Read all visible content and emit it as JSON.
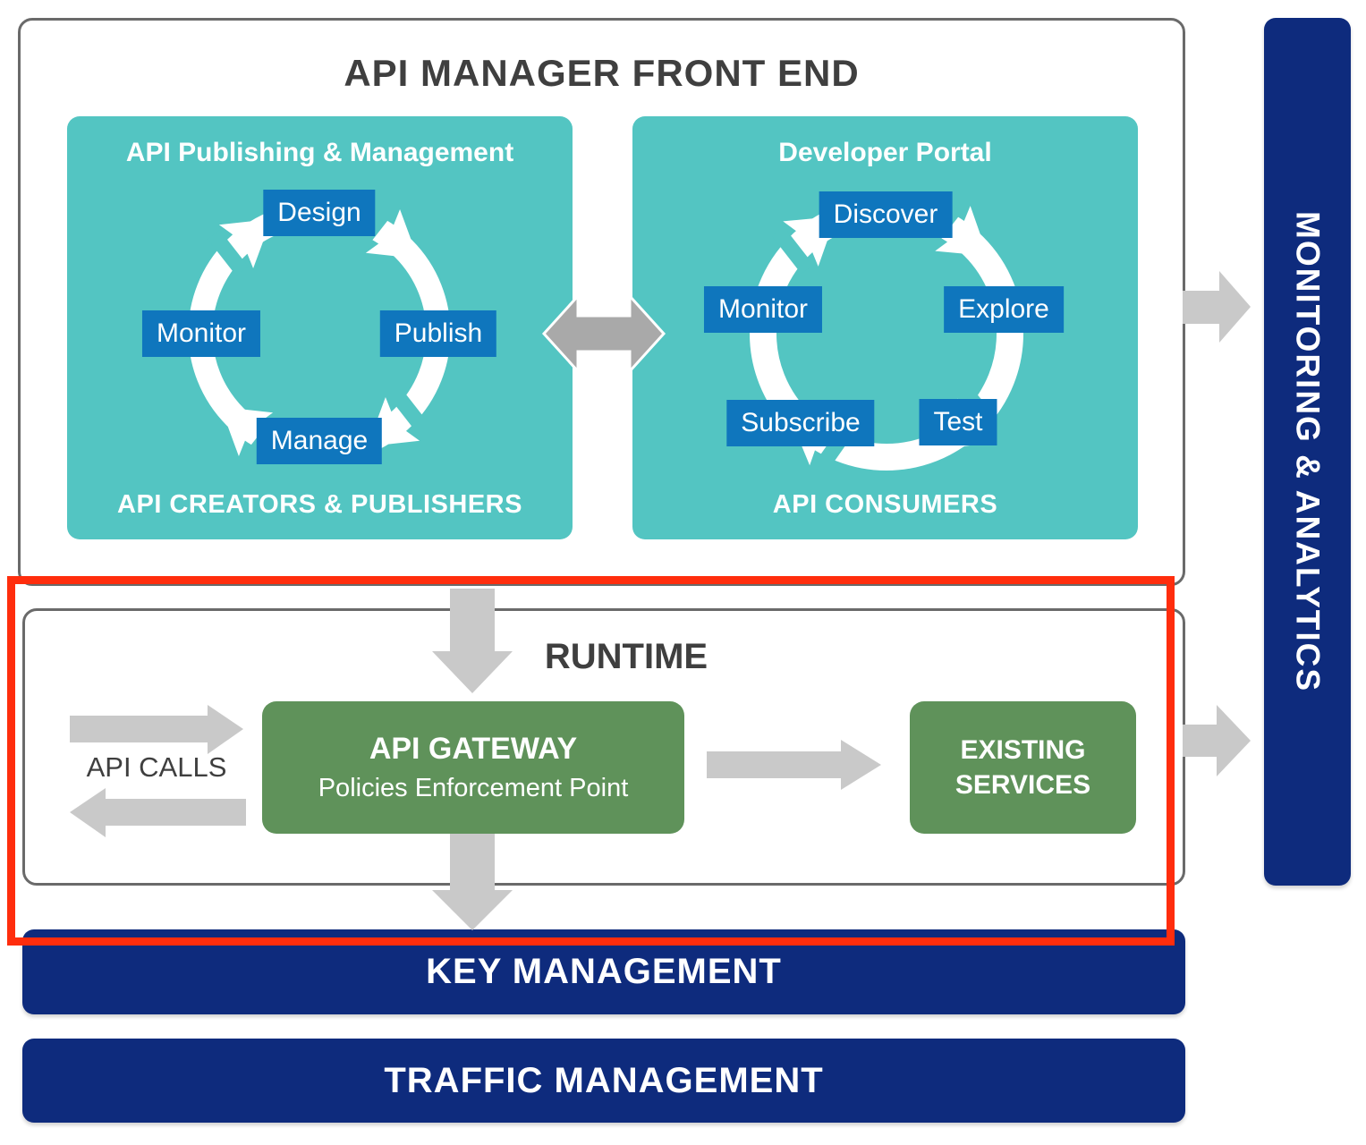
{
  "front_end": {
    "title": "API MANAGER FRONT END",
    "publishing_panel": {
      "title": "API Publishing & Management",
      "steps": [
        "Design",
        "Publish",
        "Manage",
        "Monitor"
      ],
      "footer": "API CREATORS & PUBLISHERS"
    },
    "portal_panel": {
      "title": "Developer Portal",
      "steps": [
        "Discover",
        "Explore",
        "Test",
        "Subscribe",
        "Monitor"
      ],
      "footer": "API CONSUMERS"
    }
  },
  "runtime": {
    "title": "RUNTIME",
    "api_calls_label": "API CALLS",
    "gateway": {
      "title": "API GATEWAY",
      "subtitle": "Policies Enforcement Point"
    },
    "existing_services_label": "EXISTING SERVICES"
  },
  "bars": {
    "monitoring": "MONITORING & ANALYTICS",
    "key_management": "KEY MANAGEMENT",
    "traffic_management": "TRAFFIC MANAGEMENT"
  },
  "colors": {
    "teal": "#53C5C2",
    "blue": "#0F76BD",
    "navy": "#0E2B7D",
    "green": "#5F925A",
    "red": "#FF2D0D",
    "arrow_gray": "#A9A9A9",
    "arrow_light": "#C9C9C9"
  }
}
